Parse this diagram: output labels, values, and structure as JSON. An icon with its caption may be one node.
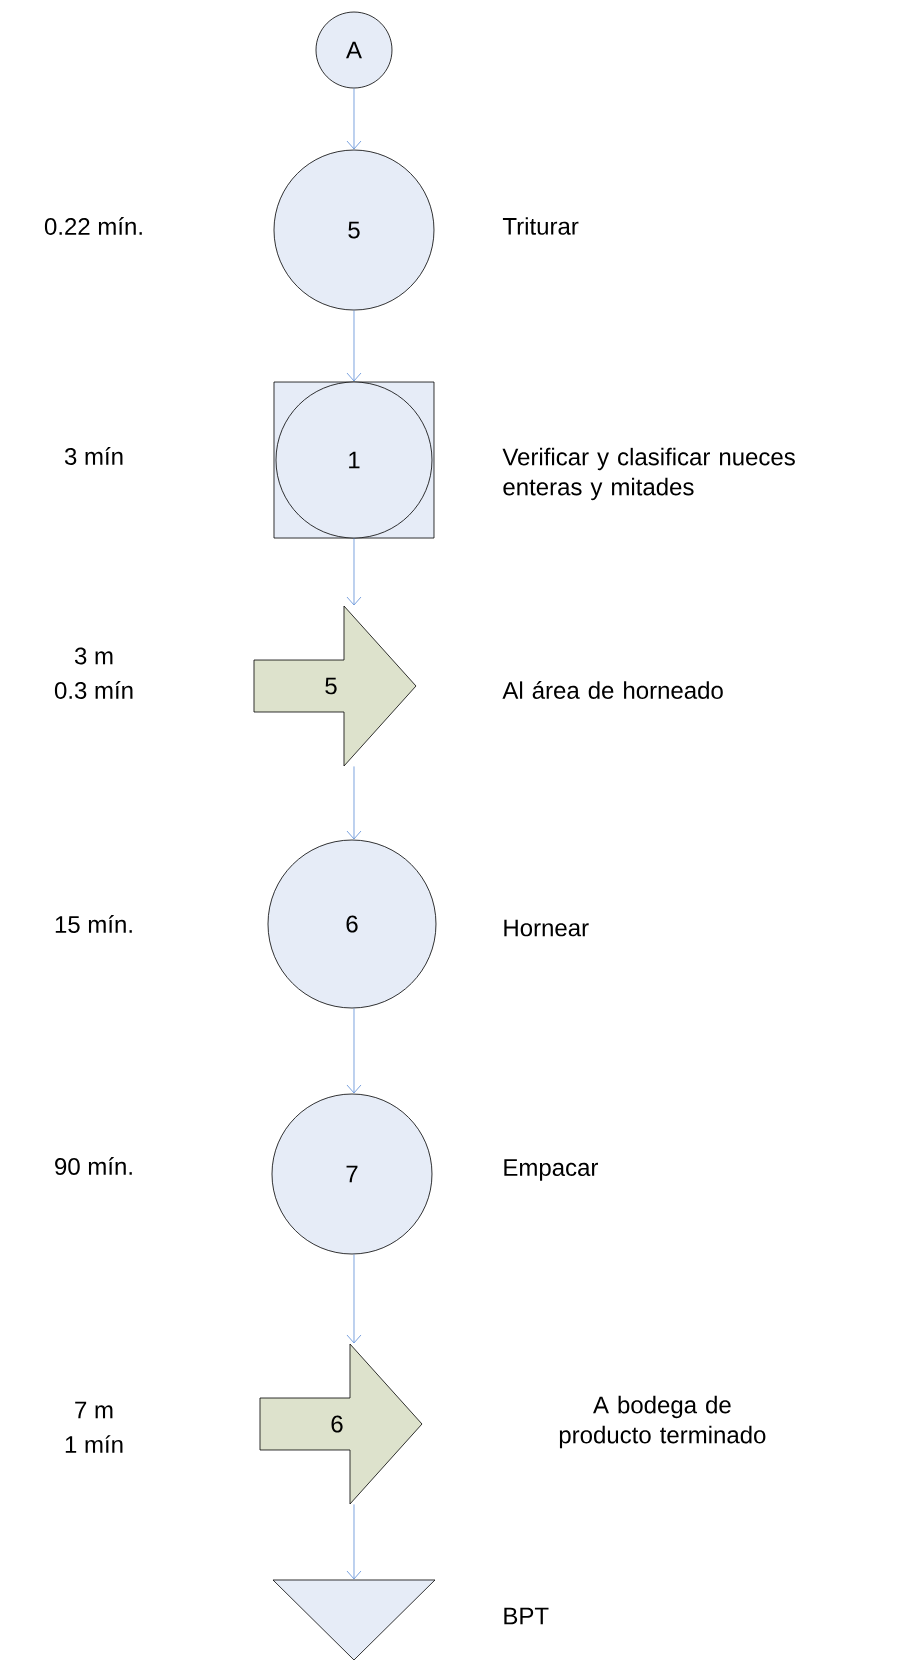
{
  "diagram": {
    "nodes": [
      {
        "text": [
          "A"
        ]
      },
      {
        "text": [
          "5"
        ]
      },
      {
        "text": [
          "1"
        ]
      },
      {
        "text": [
          "5"
        ]
      },
      {
        "text": [
          "6"
        ]
      },
      {
        "text": [
          "7"
        ]
      },
      {
        "text": [
          "6"
        ]
      },
      {
        "text": [],
        "shape": "triangle"
      }
    ],
    "edges": [
      {
        "from": 0,
        "to": 1,
        "arrow": "to"
      },
      {
        "from": 1,
        "to": 2,
        "arrow": "to"
      },
      {
        "from": 2,
        "to": 3,
        "arrow": "to"
      },
      {
        "from": 3,
        "to": 4,
        "arrow": "to"
      },
      {
        "from": 4,
        "to": 5,
        "arrow": "to"
      },
      {
        "from": 5,
        "to": 6,
        "arrow": "to"
      },
      {
        "from": 6,
        "to": 7,
        "arrow": "to"
      }
    ],
    "labels": [
      "0.22 mín.",
      "Triturar",
      "3 mín",
      "Verificar y clasificar nueces enteras y mitades",
      "3 m",
      "0.3 mín",
      "Al área de horneado",
      "15 mín.",
      "Hornear",
      "90 mín.",
      "Empacar",
      "7 m",
      "1 mín",
      "A bodega de producto terminado",
      "BPT"
    ]
  }
}
